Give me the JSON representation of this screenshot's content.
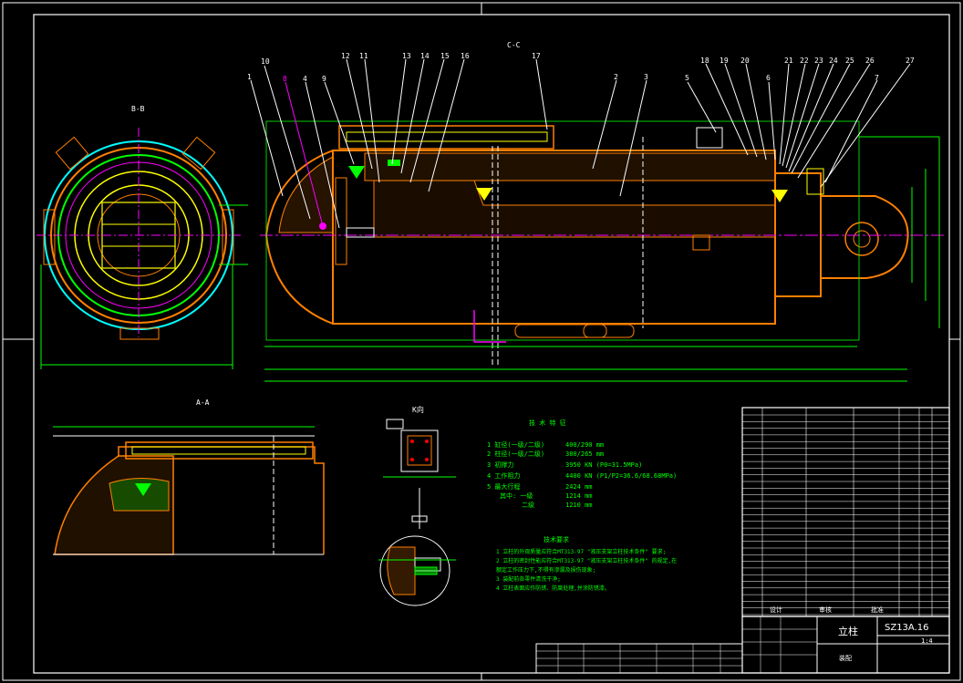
{
  "views": {
    "bb": "B-B",
    "cc": "C-C",
    "aa": "A-A",
    "k": "K向"
  },
  "balloons": [
    "1",
    "10",
    "8",
    "4",
    "9",
    "12",
    "11",
    "13",
    "14",
    "15",
    "16",
    "17",
    "2",
    "3",
    "5",
    "18",
    "19",
    "20",
    "6",
    "21",
    "22",
    "23",
    "24",
    "25",
    "26",
    "7",
    "27"
  ],
  "tech_params": {
    "title": "技 术 特 征",
    "rows": [
      {
        "label": "1 缸径(一级/二级)",
        "value": "400/290  mm"
      },
      {
        "label": "2 柱径(一级/二级)",
        "value": "380/265  mm"
      },
      {
        "label": "3 初撑力",
        "value": "3950 KN (P0=31.5MPa)"
      },
      {
        "label": "4 工作阻力",
        "value": "4400 KN (P1/P2=36.6/68.68MPa)"
      },
      {
        "label": "5 最大行程",
        "value": "2424  mm"
      },
      {
        "label": "其中: 一级",
        "value": "1214  mm"
      },
      {
        "label": "二级",
        "value": "1210  mm"
      }
    ]
  },
  "tech_req": {
    "title": "技术要求",
    "lines": [
      "1 立柱的外观质量应符合MT313-97 \"液压支架立柱技术条件\" 要求;",
      "2 立柱的密封性能应符合MT313-97 \"液压支架立柱技术条件\" 的规定,在",
      "   额定工作压力下,不得有渗漏及损伤现象;",
      "3 装配前各零件清洗干净;",
      "4 立柱表面应作防锈、防腐处理,并涂防锈漆。"
    ]
  },
  "title_block": {
    "part_name": "立柱",
    "drawing_no": "SZ13A.16",
    "scale": "1:4",
    "sub": "装配",
    "row_labels": [
      "设计",
      "审核",
      "批准"
    ]
  },
  "colors": {
    "background": "#000000",
    "orange": "#ff8000",
    "green": "#00ff00",
    "yellow": "#ffff00",
    "cyan": "#00ffff",
    "magenta": "#ff00ff",
    "white": "#ffffff"
  }
}
